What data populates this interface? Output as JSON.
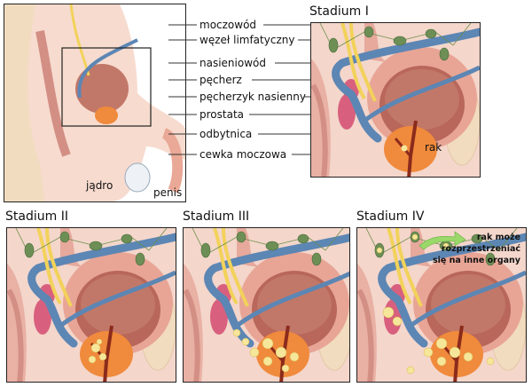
{
  "overview": {
    "labels": {
      "ureter": "moczowód",
      "lymph_node": "węzeł limfatyczny",
      "vas_deferens": "nasieniowód",
      "bladder": "pęcherz",
      "seminal_vesicle": "pęcherzyk nasienny",
      "prostate": "prostata",
      "rectum": "odbytnica",
      "urethra": "cewka moczowa",
      "testicle": "jądro",
      "penis": "penis"
    }
  },
  "stages": [
    {
      "title": "Stadium I",
      "label": "rak"
    },
    {
      "title": "Stadium II"
    },
    {
      "title": "Stadium III"
    },
    {
      "title": "Stadium IV",
      "note": [
        "rak może",
        "rozprzestrzeniać",
        "się na inne organy"
      ]
    }
  ],
  "colors": {
    "prostate": "#f08a3c",
    "vas": "#5c86b4",
    "ureter": "#f2d25a",
    "node": "#6d8f55",
    "cancer": "#f6e69a"
  }
}
